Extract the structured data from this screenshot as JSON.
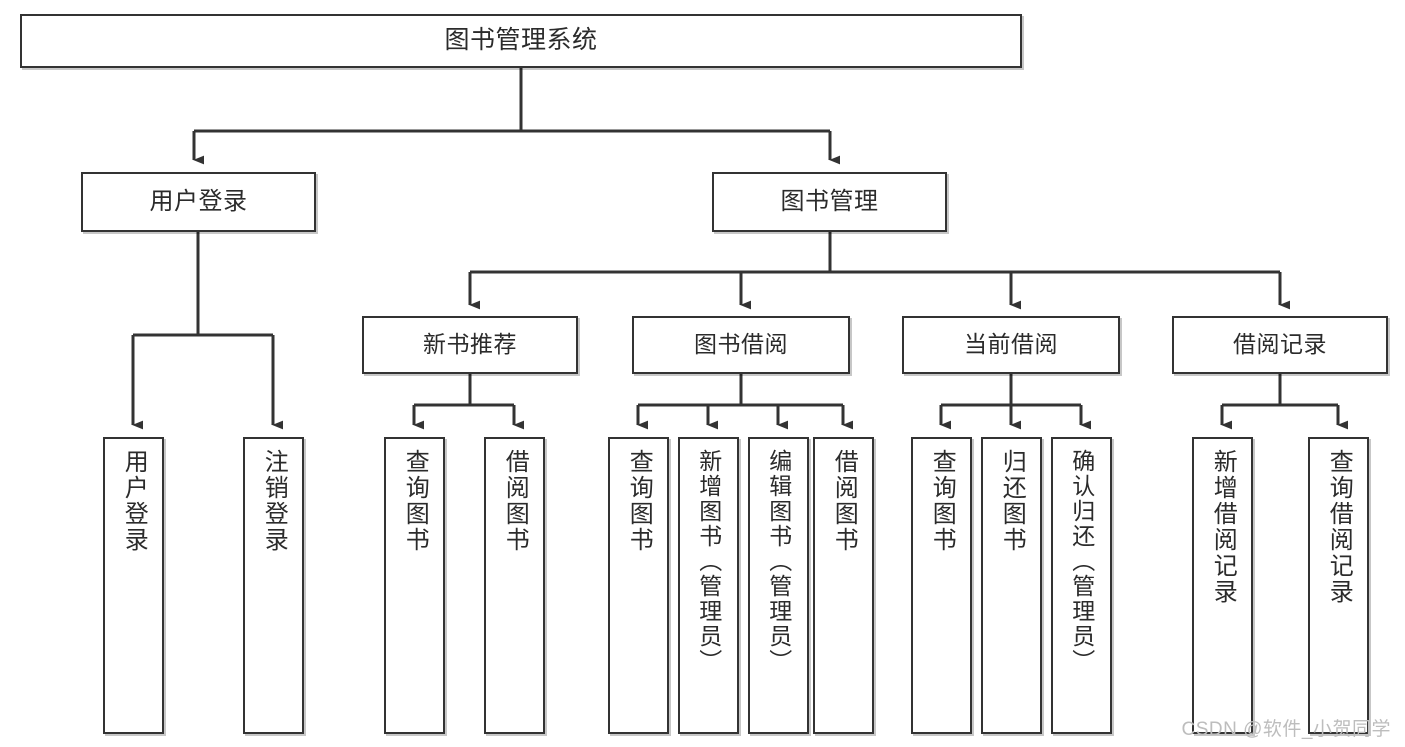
{
  "diagram": {
    "title": "图书管理系统",
    "type": "功能结构图",
    "root": {
      "label": "图书管理系统"
    },
    "level2": [
      {
        "label": "用户登录"
      },
      {
        "label": "图书管理"
      }
    ],
    "level3": [
      {
        "label": "新书推荐"
      },
      {
        "label": "图书借阅"
      },
      {
        "label": "当前借阅"
      },
      {
        "label": "借阅记录"
      }
    ],
    "leaves": {
      "user_login": [
        {
          "label": "用户登录"
        },
        {
          "label": "注销登录"
        }
      ],
      "new_book": [
        {
          "label": "查询图书"
        },
        {
          "label": "借阅图书"
        }
      ],
      "book_borrow": [
        {
          "label": "查询图书"
        },
        {
          "label": "新增图书（管理员）"
        },
        {
          "label": "编辑图书（管理员）"
        },
        {
          "label": "借阅图书"
        }
      ],
      "current_borrow": [
        {
          "label": "查询图书"
        },
        {
          "label": "归还图书"
        },
        {
          "label": "确认归还（管理员）"
        }
      ],
      "borrow_record": [
        {
          "label": "新增借阅记录"
        },
        {
          "label": "查询借阅记录"
        }
      ]
    },
    "watermark": "CSDN @软件_小贺同学",
    "colors": {
      "box_border": "#333333",
      "box_fill": "#ffffff",
      "connector": "#333333",
      "text": "#2b2b2b",
      "watermark": "#bdbdbd"
    }
  }
}
